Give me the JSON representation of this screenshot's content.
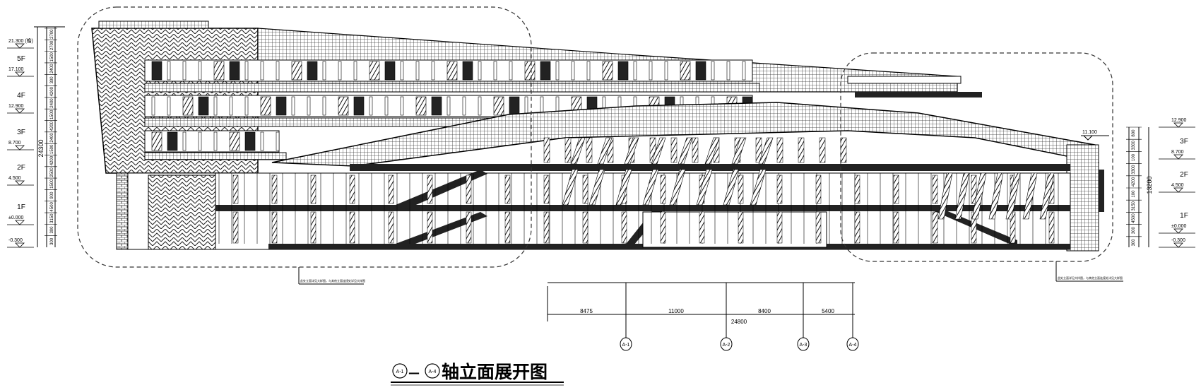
{
  "drawing_title": {
    "prefix_axis": "A-1",
    "dash": "—",
    "suffix_axis": "A-4",
    "text": "轴立面展开图"
  },
  "left_levels": [
    {
      "floor": "",
      "elev": "21.300 (檐)"
    },
    {
      "floor": "5F",
      "elev": "17.100"
    },
    {
      "floor": "4F",
      "elev": "12.900"
    },
    {
      "floor": "3F",
      "elev": "8.700"
    },
    {
      "floor": "2F",
      "elev": "4.500"
    },
    {
      "floor": "1F",
      "elev": "±0.000"
    },
    {
      "floor": "",
      "elev": "-0.300"
    }
  ],
  "left_dims": [
    "2700",
    "2700",
    "1500",
    "2400",
    "300",
    "4200",
    "2400",
    "1500",
    "4200",
    "2400",
    "1500",
    "4200",
    "2500",
    "1500",
    "900",
    "4500",
    "3150",
    "300",
    "300"
  ],
  "left_total": "24300",
  "right_levels": [
    {
      "floor": "",
      "elev": "12.900"
    },
    {
      "floor": "3F",
      "elev": "8.700"
    },
    {
      "floor": "2F",
      "elev": "4.500"
    },
    {
      "floor": "1F",
      "elev": "±0.000"
    },
    {
      "floor": "",
      "elev": "-0.300"
    }
  ],
  "right_dims": [
    "800",
    "3300",
    "100",
    "3300",
    "4200",
    "100",
    "3150",
    "4500",
    "300",
    "300"
  ],
  "right_total": "13200",
  "right_roof_elev": "11.100",
  "plan_dims": {
    "segments": [
      "8475",
      "11000",
      "8400",
      "5400"
    ],
    "total": "24800"
  },
  "axes": [
    "A-1",
    "A-2",
    "A-3",
    "A-4"
  ],
  "notes": {
    "left": "此处立面详见大样图，与其他立面连接处详见大样图",
    "right": "此处立面详见大样图，与其他立面连接处详见大样图"
  }
}
